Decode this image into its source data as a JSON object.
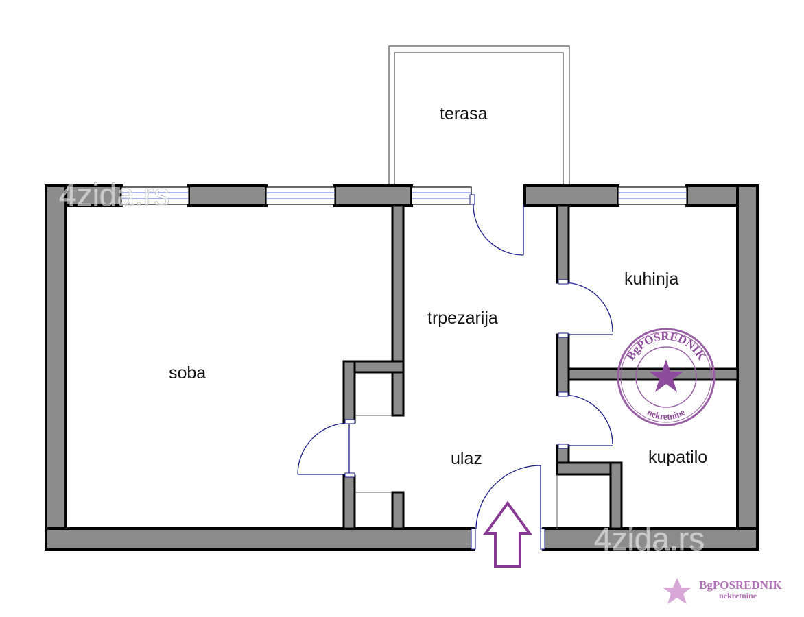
{
  "rooms": {
    "terasa": "terasa",
    "trpezarija": "trpezarija",
    "soba": "soba",
    "kuhinja": "kuhinja",
    "ulaz": "ulaz",
    "kupatilo": "kupatilo"
  },
  "watermarks": {
    "top_left": "4zida.rs",
    "bottom_right": "4zida.rs"
  },
  "stamp": {
    "name": "BgPOSREDNIK",
    "sub": "nekretnine"
  },
  "logo": {
    "name": "BgPOSREDNIK",
    "sub": "nekretnine"
  },
  "colors": {
    "wall": "#8c8c8c",
    "door": "#1a1a8c",
    "accent": "#8a3a96"
  },
  "icons": {
    "entry": "up-arrow-icon",
    "stamp": "star-icon",
    "logo": "star-icon"
  }
}
